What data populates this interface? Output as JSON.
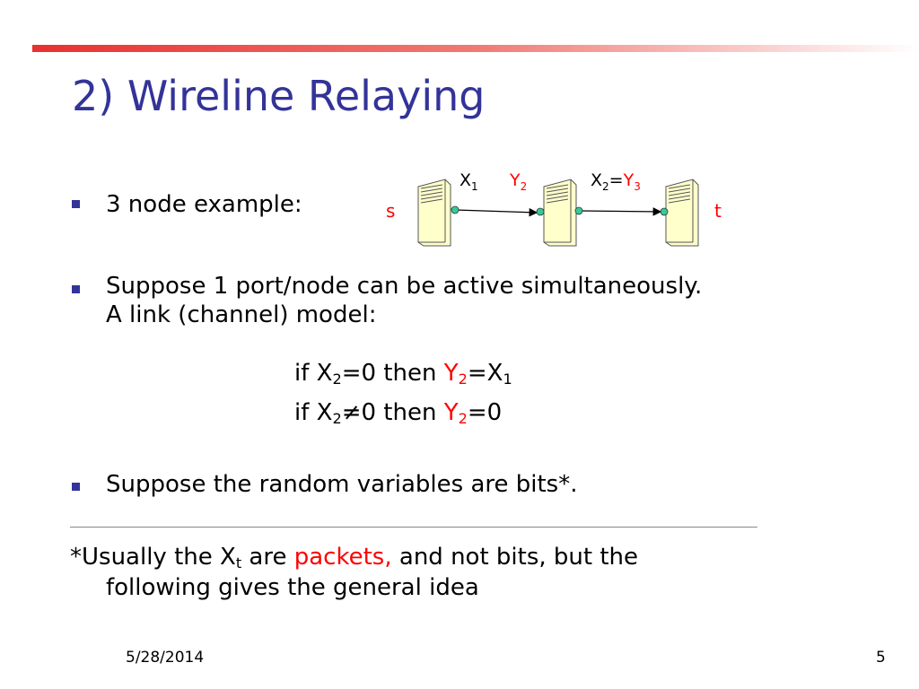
{
  "slide": {
    "title": "2) Wireline Relaying",
    "accent_color": "#e8312f",
    "title_color": "#333399"
  },
  "bullets": [
    {
      "text": "3 node example:"
    },
    {
      "line1": "Suppose 1 port/node can be active simultaneously.",
      "line2": "A link (channel) model:"
    },
    {
      "text": "Suppose the random variables are bits*."
    }
  ],
  "conditions": [
    {
      "pre": "if X",
      "sub1": "2",
      "mid": "=0 then ",
      "y": "Y",
      "ysub": "2",
      "post": "=X",
      "sub2": "1"
    },
    {
      "pre": "if X",
      "sub1": "2",
      "mid": "≠0 then ",
      "y": "Y",
      "ysub": "2",
      "post": "=0"
    }
  ],
  "diagram": {
    "source_label": "s",
    "sink_label": "t",
    "x1": "X",
    "x1_sub": "1",
    "y2": "Y",
    "y2_sub": "2",
    "x2": "X",
    "x2_sub": "2",
    "eq": "=",
    "y3": "Y",
    "y3_sub": "3",
    "icon": "server-tower-icon",
    "port_color": "#33cc99"
  },
  "footnote": {
    "pre": "*Usually the X",
    "sub": "t",
    "mid": " are ",
    "highlight": "packets,",
    "post": " and not bits, but the",
    "line2": "following gives the general idea"
  },
  "footer": {
    "date": "5/28/2014",
    "page": "5"
  }
}
